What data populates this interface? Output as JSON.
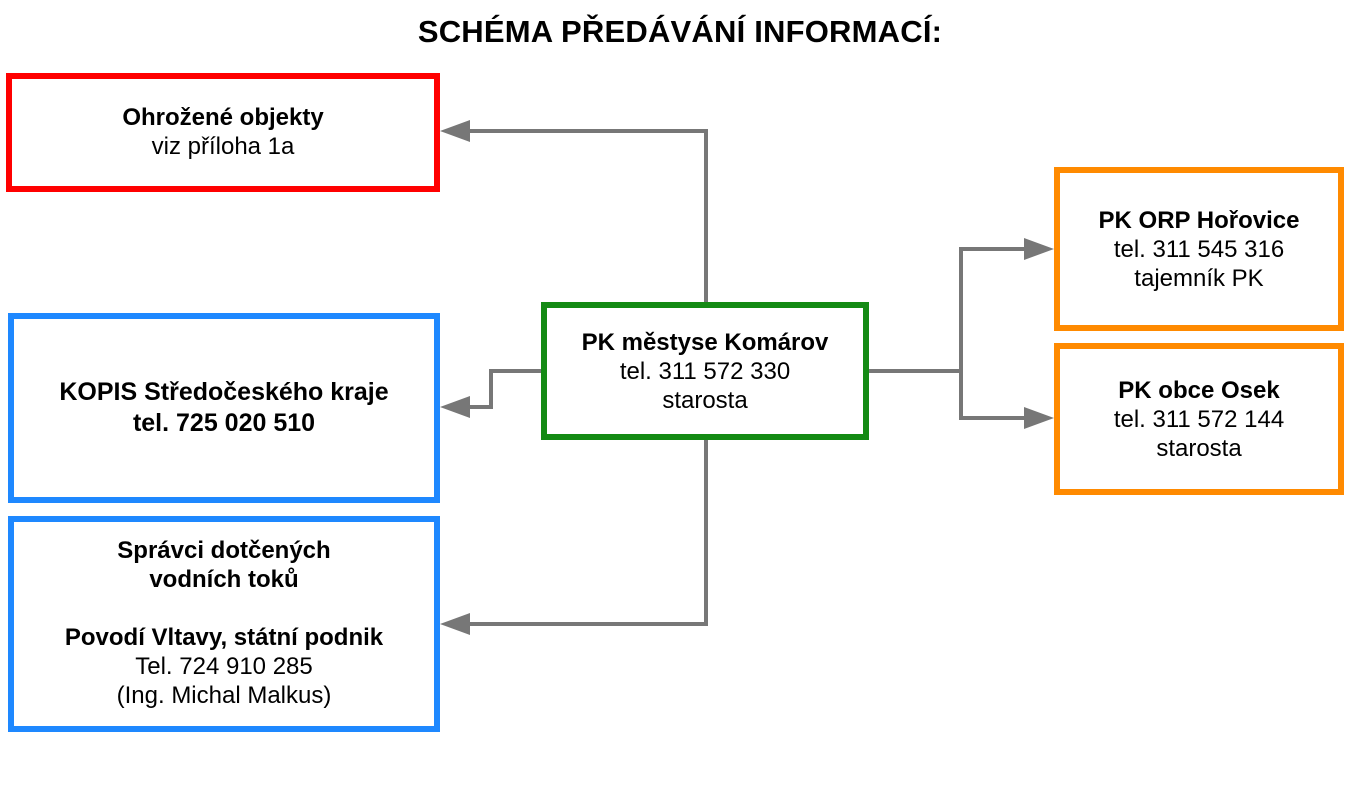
{
  "title": "SCHÉMA PŘEDÁVÁNÍ INFORMACÍ:",
  "colors": {
    "red_border": "#ff0000",
    "blue_border": "#1e88ff",
    "green_border": "#148a14",
    "orange_border": "#ff8a00",
    "connector": "#777777"
  },
  "boxes": {
    "ohrozene": {
      "name": "Ohrožené objekty",
      "detail": "viz příloha 1a"
    },
    "kopis": {
      "name": "KOPIS Středočeského kraje",
      "phone": "tel. 725 020 510"
    },
    "spravci": {
      "line1": "Správci dotčených",
      "line2": "vodních toků",
      "org": "Povodí Vltavy, státní podnik",
      "phone": "Tel. 724 910 285",
      "contact": "(Ing. Michal Malkus)"
    },
    "center": {
      "name": "PK městyse Komárov",
      "phone": "tel. 311 572 330",
      "role": "starosta"
    },
    "orp": {
      "name": "PK ORP Hořovice",
      "phone": "tel. 311 545 316",
      "role": "tajemník PK"
    },
    "osek": {
      "name": "PK obce Osek",
      "phone": "tel. 311 572 144",
      "role": "starosta"
    }
  }
}
